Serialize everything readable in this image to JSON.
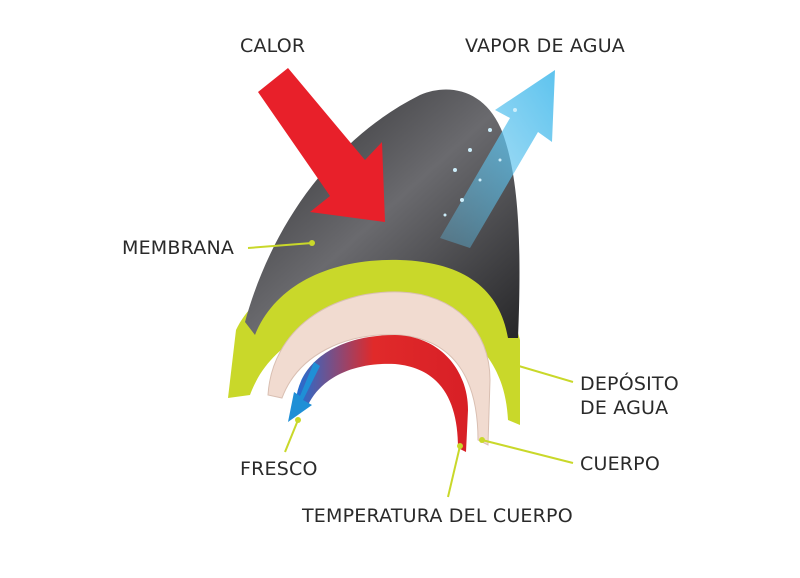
{
  "labels": {
    "heat": "CALOR",
    "vapor": "VAPOR DE AGUA",
    "membrane": "MEMBRANA",
    "reservoir_line1": "DEPÓSITO",
    "reservoir_line2": "DE AGUA",
    "body": "CUERPO",
    "cool": "FRESCO",
    "body_temp": "TEMPERATURA DEL CUERPO"
  },
  "colors": {
    "membrane": "#3a3a3c",
    "reservoir": "#c9d82a",
    "body_layer": "#f1dbd0",
    "heat_arrow": "#e8202a",
    "vapor_arrow": "#5ec3ee",
    "cool_arrow": "#1f8fd6",
    "leader": "#c9d82a"
  }
}
